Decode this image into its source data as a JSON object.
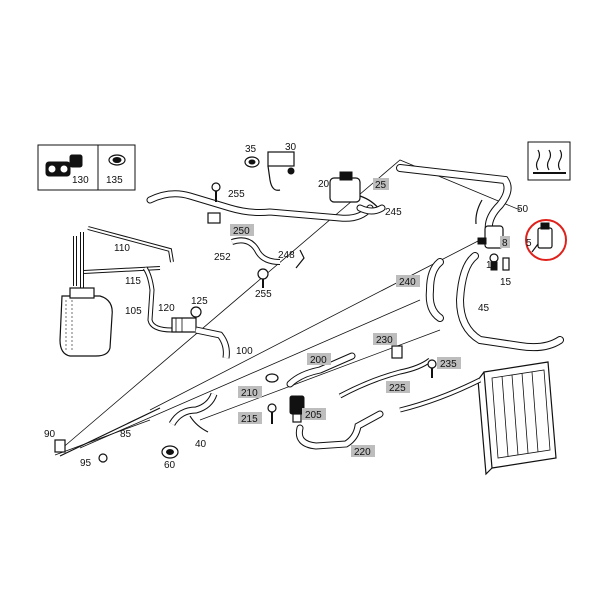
{
  "labels": {
    "l130": "130",
    "l135": "135",
    "l35": "35",
    "l30": "30",
    "l20": "20",
    "l25": "25",
    "l255a": "255",
    "l245": "245",
    "l50": "50",
    "l8": "8",
    "l10": "10",
    "l15": "15",
    "l5": "5",
    "l110": "110",
    "l115": "115",
    "l250": "250",
    "l252": "252",
    "l248": "248",
    "l255b": "255",
    "l240": "240",
    "l45": "45",
    "l105": "105",
    "l120": "120",
    "l125": "125",
    "l100": "100",
    "l200": "200",
    "l230": "230",
    "l235": "235",
    "l225": "225",
    "l210": "210",
    "l215": "215",
    "l205": "205",
    "l220": "220",
    "l90": "90",
    "l85": "85",
    "l40": "40",
    "l95": "95",
    "l60": "60"
  },
  "colors": {
    "highlight_ring": "#e0201a",
    "label_box": "#bdbdbd",
    "line": "#111111"
  },
  "icons": {
    "heat_symbol": "heater-icon"
  }
}
